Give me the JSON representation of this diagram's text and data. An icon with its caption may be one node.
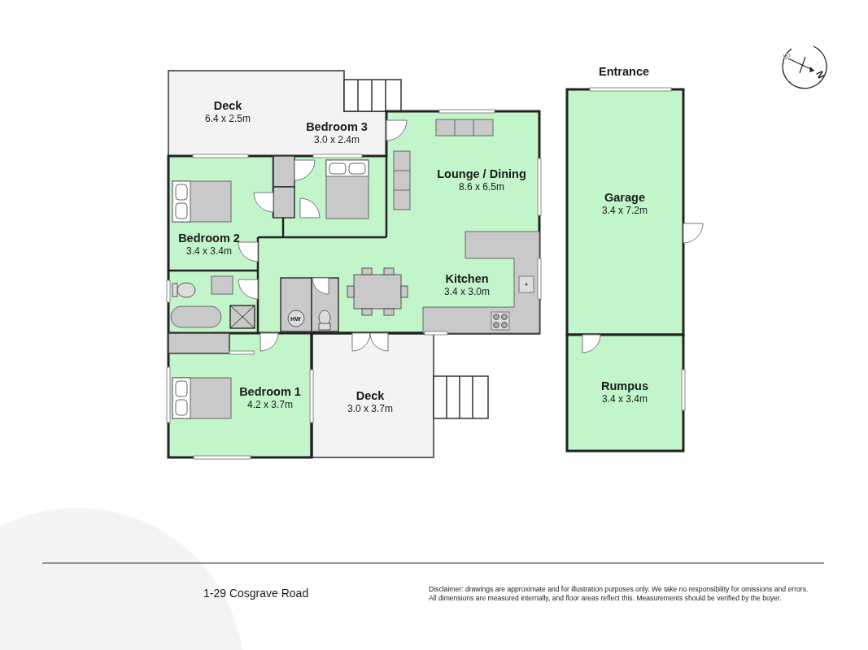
{
  "diagram": {
    "nodes": [
      {
        "text": [
          "Deck",
          "6.4 x 2.5m"
        ]
      },
      {
        "text": [
          "Bedroom 3",
          "3.0 x 2.4m"
        ]
      },
      {
        "text": [
          "Lounge / Dining",
          "8.6 x 6.5m"
        ]
      },
      {
        "text": [
          "Bedroom 2",
          "3.4 x 3.4m"
        ]
      },
      {
        "text": [
          "Kitchen",
          "3.4 x 3.0m"
        ]
      },
      {
        "text": [
          "Garage",
          "3.4 x 7.2m"
        ]
      },
      {
        "text": [
          "Bedroom 1",
          "4.2 x 3.7m"
        ]
      },
      {
        "text": [
          "Deck",
          "3.0 x 3.7m"
        ]
      },
      {
        "text": [
          "Rumpus",
          "3.4 x 3.4m"
        ]
      }
    ],
    "labels": [
      "Entrance",
      "S",
      "N",
      "HW",
      "1-29 Cosgrave Road",
      "Disclaimer: drawings are approximate and for illustration purposes only. We take no responsibility for omissions and errors. All dimensions are measured internally, and floor areas reflect this. Measurements should be verified by the buyer."
    ]
  }
}
